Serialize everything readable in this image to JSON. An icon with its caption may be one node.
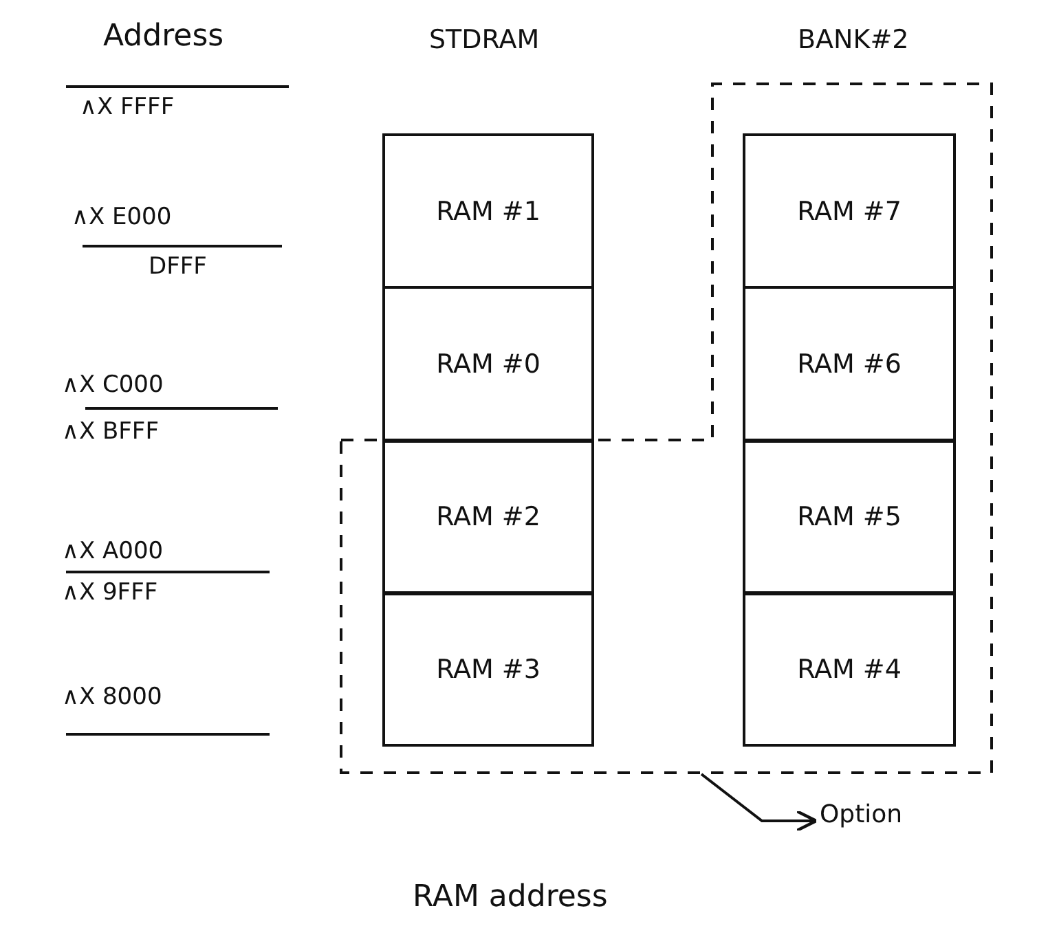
{
  "diagram": {
    "caption": "RAM address",
    "nodes": [
      {
        "text": [
          "RAM #1"
        ]
      },
      {
        "text": [
          "RAM #0"
        ]
      },
      {
        "text": [
          "RAM #2"
        ],
        "in": 8
      },
      {
        "text": [
          "RAM #3"
        ],
        "in": 8
      },
      {
        "text": [
          "RAM #7"
        ],
        "in": 8
      },
      {
        "text": [
          "RAM #6"
        ],
        "in": 8
      },
      {
        "text": [
          "RAM #5"
        ],
        "in": 8
      },
      {
        "text": [
          "RAM #4"
        ],
        "in": 8
      },
      {
        "text": [],
        "shape": "box"
      },
      {
        "text": [
          "Option"
        ]
      }
    ],
    "edges": [
      {
        "from": 8,
        "to": 9,
        "arrow": "to"
      }
    ],
    "labels": [
      "Address",
      "STDRAM",
      "BANK#2",
      "∧X FFFF",
      "∧X E000",
      "DFFF",
      "∧X C000",
      "∧X BFFF",
      "∧X A000",
      "∧X 9FFF",
      "∧X 8000"
    ]
  }
}
